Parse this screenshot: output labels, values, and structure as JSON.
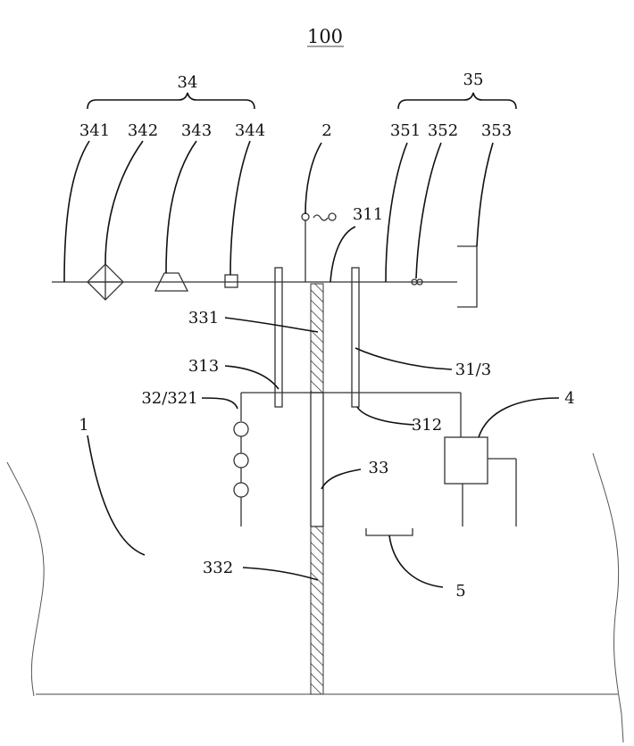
{
  "title": "100",
  "labels": {
    "l34": "34",
    "l35": "35",
    "l341": "341",
    "l342": "342",
    "l343": "343",
    "l344": "344",
    "l2": "2",
    "l351": "351",
    "l352": "352",
    "l353": "353",
    "l311": "311",
    "l331": "331",
    "l313": "313",
    "l31_3": "31/3",
    "l32_321": "32/321",
    "l4": "4",
    "l312": "312",
    "l1": "1",
    "l33": "33",
    "l332": "332",
    "l5": "5"
  }
}
